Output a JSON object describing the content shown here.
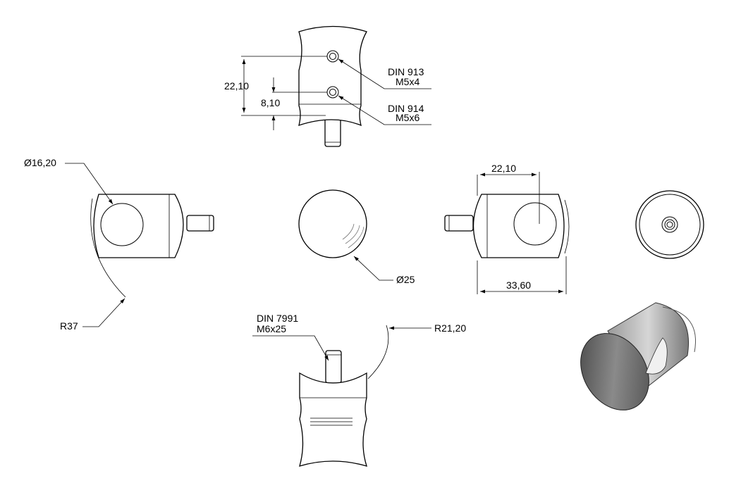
{
  "labels": {
    "top_dim_outer": "22,10",
    "top_dim_inner": "8,10",
    "screw1_std": "DIN 913",
    "screw1_size": "M5x4",
    "screw2_std": "DIN 914",
    "screw2_size": "M5x6",
    "hole_dia": "Ø16,20",
    "body_dia": "Ø25",
    "radius_left": "R37",
    "right_dim_top": "22,10",
    "right_dim_bottom": "33,60",
    "bolt_std": "DIN 7991",
    "bolt_size": "M6x25",
    "radius_bottom": "R21,20"
  }
}
